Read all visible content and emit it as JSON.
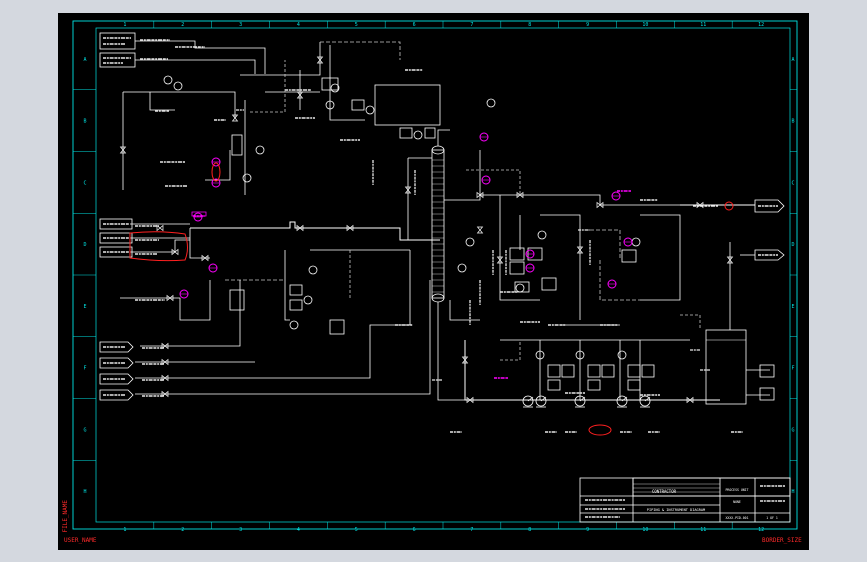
{
  "frame": {
    "col_numbers": [
      "1",
      "2",
      "3",
      "4",
      "5",
      "6",
      "7",
      "8",
      "9",
      "10",
      "11",
      "12"
    ],
    "row_letters": [
      "A",
      "B",
      "C",
      "D",
      "E",
      "F",
      "G",
      "H"
    ]
  },
  "corner_labels": {
    "bottom_left": "USER_NAME",
    "bottom_right": "BORDER_SIZE",
    "left_vertical": "FILE_NAME"
  },
  "colors": {
    "background": "#000000",
    "border": "#00e5e5",
    "lines": "#ffffff",
    "instrument": "#ff00ff",
    "revision_cloud": "#ff2020",
    "dashed": "#c8c8c8"
  },
  "title_block": {
    "company": "CONTRACTOR",
    "drawing_title": "PIPING & INSTRUMENT DIAGRAM",
    "unit": "PROCESS UNIT",
    "scale": "NONE",
    "drawing_no": "XXXX-PID-001",
    "sheet": "1 OF 1"
  }
}
